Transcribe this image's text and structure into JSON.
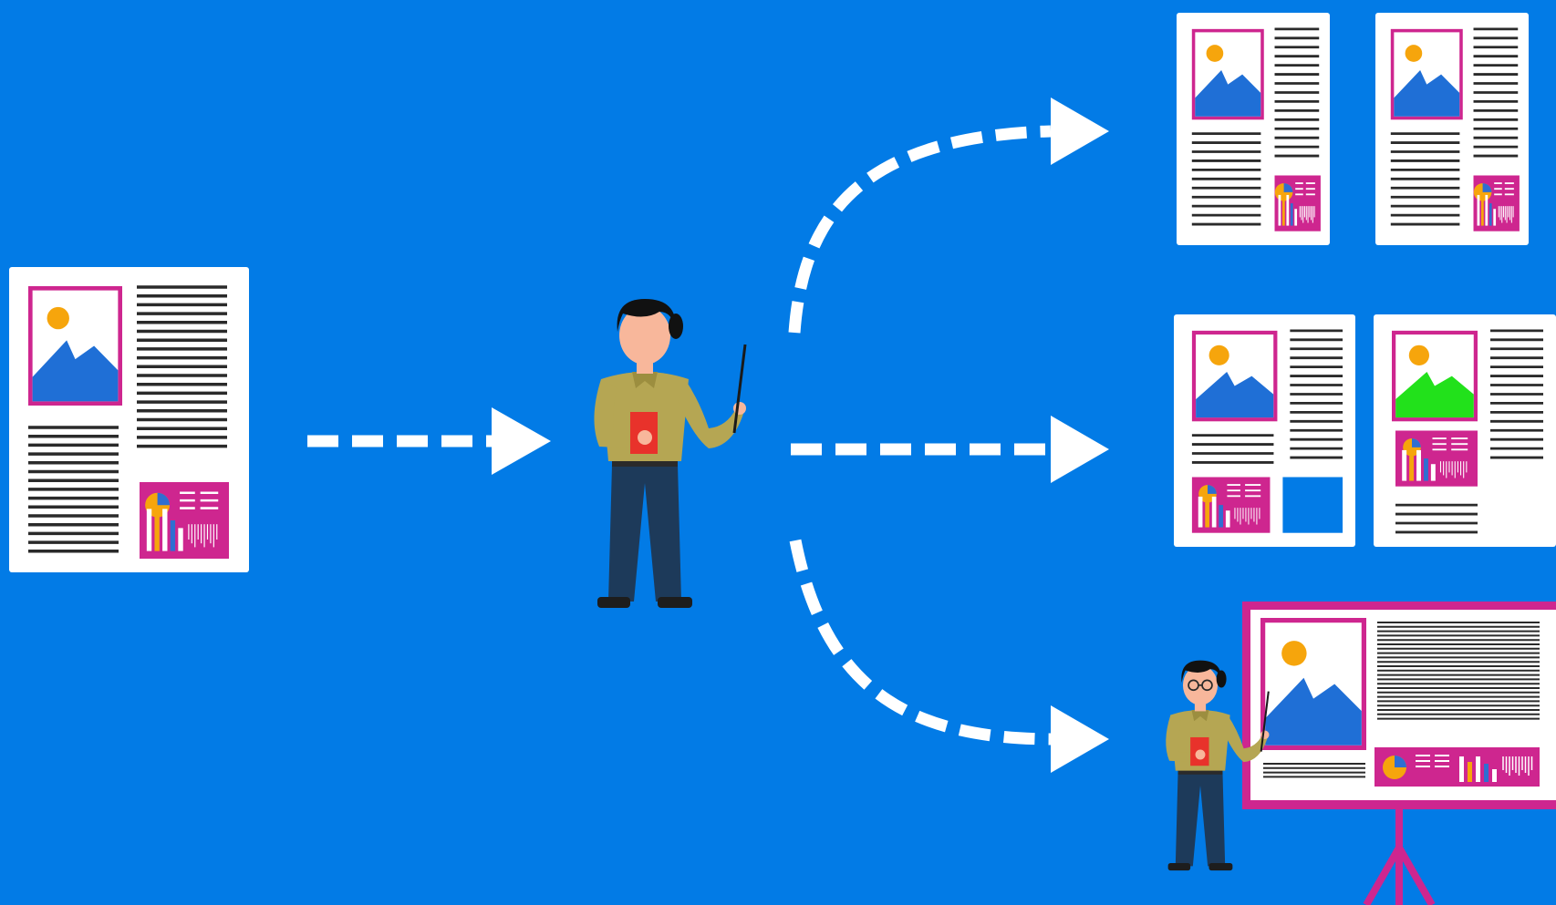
{
  "colors": {
    "background": "#027BE6",
    "paper": "#FFFFFF",
    "frame": "#CE268F",
    "text_line": "#2A2A2A",
    "sun": "#F6A50C",
    "mountain": "#1F6FD6",
    "mountain_alt": "#22E11B",
    "arrow": "#FFFFFF",
    "shirt": "#B5A653",
    "trousers": "#1D3A5A",
    "skin": "#F8B79B",
    "hair": "#111111",
    "book": "#E8322B",
    "bar_orange": "#F6A50C",
    "bar_blue": "#2F6ED1"
  },
  "diagram": {
    "source": {
      "icon": "document-icon",
      "layout": "image-text-chart"
    },
    "presenter": {
      "icon": "presenter-icon"
    },
    "outputs": [
      {
        "id": "two-page-document",
        "icon": "two-page-document-icon"
      },
      {
        "id": "two-page-variant",
        "icon": "two-page-variant-icon",
        "accent": "green mountain"
      },
      {
        "id": "presentation-board",
        "icon": "presentation-board-icon"
      }
    ],
    "arrows": [
      {
        "from": "source",
        "to": "presenter",
        "style": "dashed"
      },
      {
        "from": "presenter",
        "to": "two-page-document",
        "style": "dashed-curve"
      },
      {
        "from": "presenter",
        "to": "two-page-variant",
        "style": "dashed"
      },
      {
        "from": "presenter",
        "to": "presentation-board",
        "style": "dashed-curve"
      }
    ]
  }
}
